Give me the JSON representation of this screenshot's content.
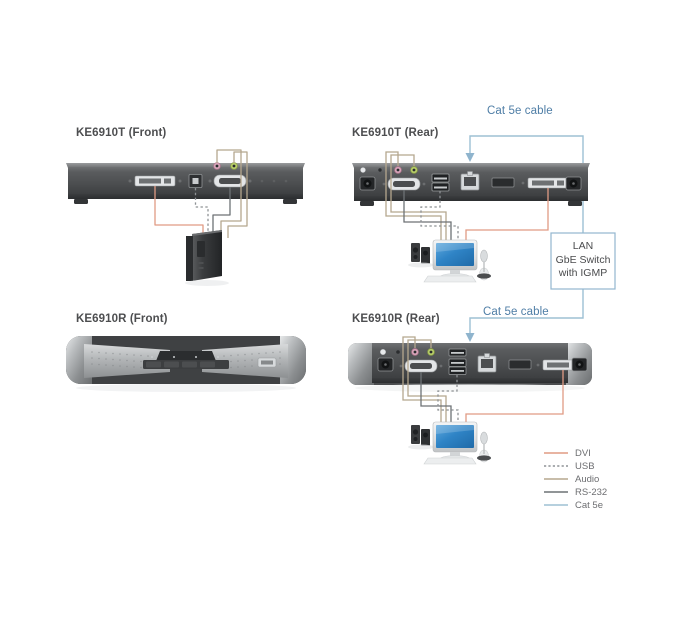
{
  "diagram": {
    "title": "KE6910 DVI Single Display KVM over IP Extender connection diagram",
    "background": "#ffffff"
  },
  "devices": [
    {
      "id": "t-front",
      "label": "KE6910T (Front)",
      "view": "front",
      "model": "KE6910T"
    },
    {
      "id": "t-rear",
      "label": "KE6910T (Rear)",
      "view": "rear",
      "model": "KE6910T"
    },
    {
      "id": "r-front",
      "label": "KE6910R (Front)",
      "view": "front",
      "model": "KE6910R"
    },
    {
      "id": "r-rear",
      "label": "KE6910R (Rear)",
      "view": "rear",
      "model": "KE6910R"
    }
  ],
  "network": {
    "switch_label_line1": "LAN",
    "switch_label_line2": "GbE Switch",
    "switch_label_line3": "with IGMP",
    "cable_label_top": "Cat 5e cable",
    "cable_label_bottom": "Cat 5e cable",
    "box_border_color": "#93b6cf"
  },
  "legend": {
    "items": [
      {
        "label": "DVI",
        "color": "#e09b84",
        "style": "solid"
      },
      {
        "label": "USB",
        "color": "#8e9295",
        "style": "dotted"
      },
      {
        "label": "Audio",
        "color": "#b5a78e",
        "style": "solid"
      },
      {
        "label": "RS-232",
        "color": "#6d7275",
        "style": "solid"
      },
      {
        "label": "Cat 5e",
        "color": "#9dc0d4",
        "style": "solid"
      }
    ]
  },
  "peripherals": [
    {
      "id": "pc-tower",
      "name": "computer-tower"
    },
    {
      "id": "desk-set-top",
      "name": "monitor-keyboard-mouse-speakers-microphone"
    },
    {
      "id": "desk-set-bottom",
      "name": "monitor-keyboard-mouse-speakers-microphone"
    }
  ],
  "ports": {
    "t_front": [
      "dvi-in",
      "usb-type-b",
      "rs232-db9",
      "audio-mic-pink",
      "audio-line-green"
    ],
    "t_rear": [
      "power-jack",
      "led",
      "rs232-db9",
      "usb-type-a",
      "rj45-lan",
      "slot",
      "dvi-out",
      "power-jack"
    ],
    "r_rear": [
      "power-jack",
      "led",
      "audio-mic-pink",
      "audio-line-green",
      "rs232-db9",
      "usb-type-a",
      "rj45-lan",
      "slot",
      "dvi-out",
      "power-jack"
    ]
  },
  "colors": {
    "dvi": "#e09b84",
    "usb": "#8e9295",
    "audio": "#b5a78e",
    "rs232": "#6d7275",
    "cat5e": "#9dc0d4",
    "chassis_dark": "#4a4a4c",
    "chassis_light": "#b9bcbe",
    "text": "#58595b"
  }
}
